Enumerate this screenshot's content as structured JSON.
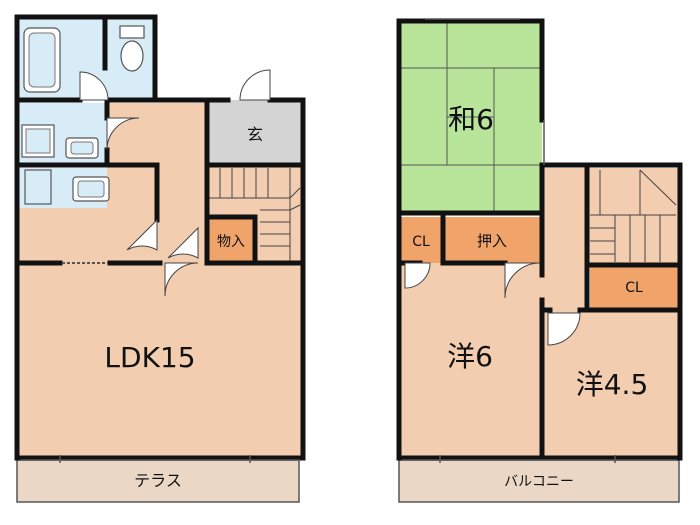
{
  "floor1": {
    "ldk": "LDK15",
    "entrance": "玄",
    "storage": "物入",
    "terrace": "テラス"
  },
  "floor2": {
    "washitsu": "和6",
    "closet_a": "CL",
    "oshiire": "押入",
    "yoshitsu_a": "洋6",
    "yoshitsu_b": "洋4.5",
    "closet_b": "CL",
    "balcony": "バルコニー"
  },
  "colors": {
    "wood": "#f2cdb0",
    "bath": "#d7ecf7",
    "tatami": "#b9e59b",
    "storage": "#f0a46a",
    "entrance": "#d4d4d4",
    "balcony": "#ead7c6",
    "wall": "#111111"
  }
}
